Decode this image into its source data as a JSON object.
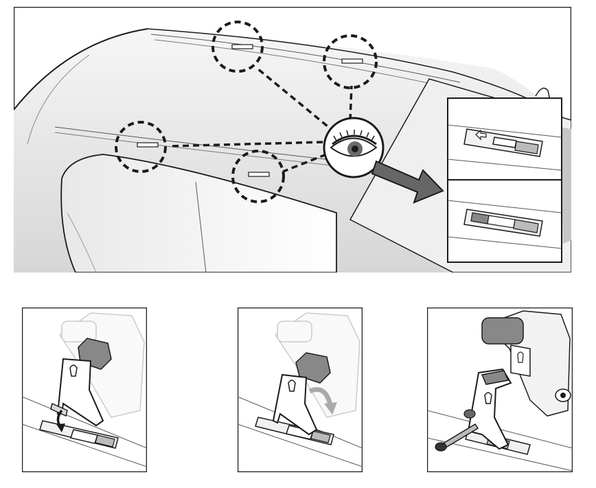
{
  "figure": {
    "main_view": {
      "icons": [
        "eye-icon",
        "arrow-right-icon"
      ],
      "inspection_points": 4,
      "inset_states": [
        "unlocked",
        "locked"
      ]
    },
    "steps": [
      {
        "icon": "rotate-down-arrow-icon"
      },
      {
        "icon": "rotate-up-arrow-icon"
      },
      {
        "icon": "pin-insert-icon"
      }
    ],
    "colors": {
      "line": "#1a1a1a",
      "shade": "#8a8a8a",
      "light_shade": "#d8d8d8",
      "background": "#ffffff"
    }
  }
}
